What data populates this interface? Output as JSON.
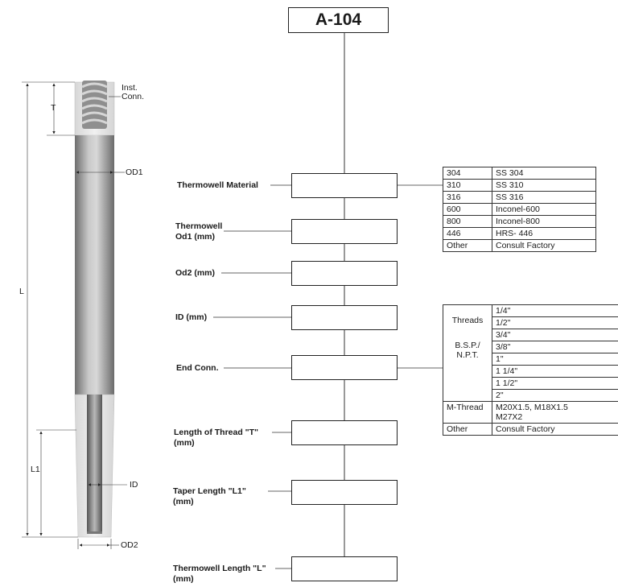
{
  "title": "A-104",
  "fields": [
    {
      "label": "Thermowell Material"
    },
    {
      "label": "Thermowell\nOd1 (mm)"
    },
    {
      "label": "Od2 (mm)"
    },
    {
      "label": "ID (mm)"
    },
    {
      "label": "End Conn."
    },
    {
      "label": "Length of Thread \"T\"\n(mm)"
    },
    {
      "label": "Taper Length \"L1\"\n(mm)"
    },
    {
      "label": "Thermowell Length \"L\"\n(mm)"
    }
  ],
  "material_options": [
    {
      "code": "304",
      "name": "SS 304"
    },
    {
      "code": "310",
      "name": "SS 310"
    },
    {
      "code": "316",
      "name": "SS 316"
    },
    {
      "code": "600",
      "name": "Inconel-600"
    },
    {
      "code": "800",
      "name": "Inconel-800"
    },
    {
      "code": "446",
      "name": "HRS- 446"
    },
    {
      "code": "Other",
      "name": "Consult Factory"
    }
  ],
  "thread_options": {
    "group1": {
      "label_top": "Threads",
      "label_bottom": "B.S.P./\nN.P.T.",
      "sizes": [
        "1/4\"",
        "1/2\"",
        "3/4\"",
        "3/8\"",
        "1\"",
        "1 1/4\"",
        "1 1/2\"",
        "2\""
      ]
    },
    "group2": {
      "label": "M-Thread",
      "value": "M20X1.5, M18X1.5\nM27X2"
    },
    "group3": {
      "label": "Other",
      "value": "Consult Factory"
    }
  },
  "dimension_labels": {
    "inst_conn": "Inst.\nConn.",
    "t": "T",
    "od1": "OD1",
    "l": "L",
    "l1": "L1",
    "id": "ID",
    "od2": "OD2"
  }
}
